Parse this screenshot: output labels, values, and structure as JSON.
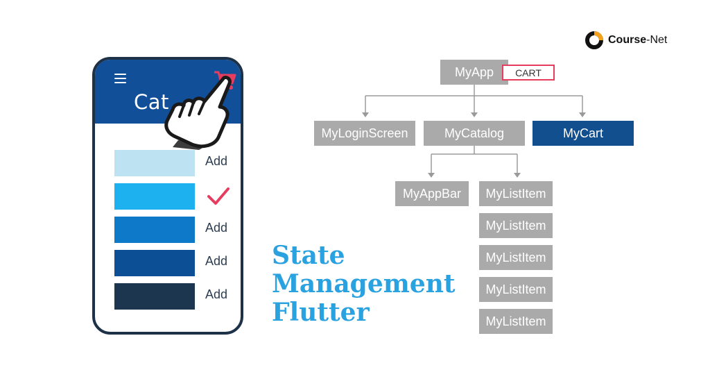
{
  "phone": {
    "title_partial": "Cat",
    "rows": [
      {
        "label": "Add",
        "color": "#bde3f3",
        "added": false
      },
      {
        "label": "",
        "color": "#1eb1f0",
        "added": true
      },
      {
        "label": "Add",
        "color": "#0f79c9",
        "added": false
      },
      {
        "label": "Add",
        "color": "#0d4f94",
        "added": false
      },
      {
        "label": "Add",
        "color": "#1c3650",
        "added": false
      }
    ],
    "header_color": "#124f99",
    "cart_icon_color": "#e63d5f"
  },
  "tree": {
    "root": "MyApp",
    "root_tag": "CART",
    "children": [
      "MyLoginScreen",
      "MyCatalog",
      "MyCart"
    ],
    "catalog_children": [
      "MyAppBar"
    ],
    "list_items": [
      "MyListItem",
      "MyListItem",
      "MyListItem",
      "MyListItem",
      "MyListItem"
    ],
    "node_color": "#aaaaaa",
    "active_color": "#114f8f"
  },
  "headline": [
    "State",
    "Management",
    "Flutter"
  ],
  "brand": {
    "name_bold": "Course",
    "name_rest": "-Net"
  }
}
